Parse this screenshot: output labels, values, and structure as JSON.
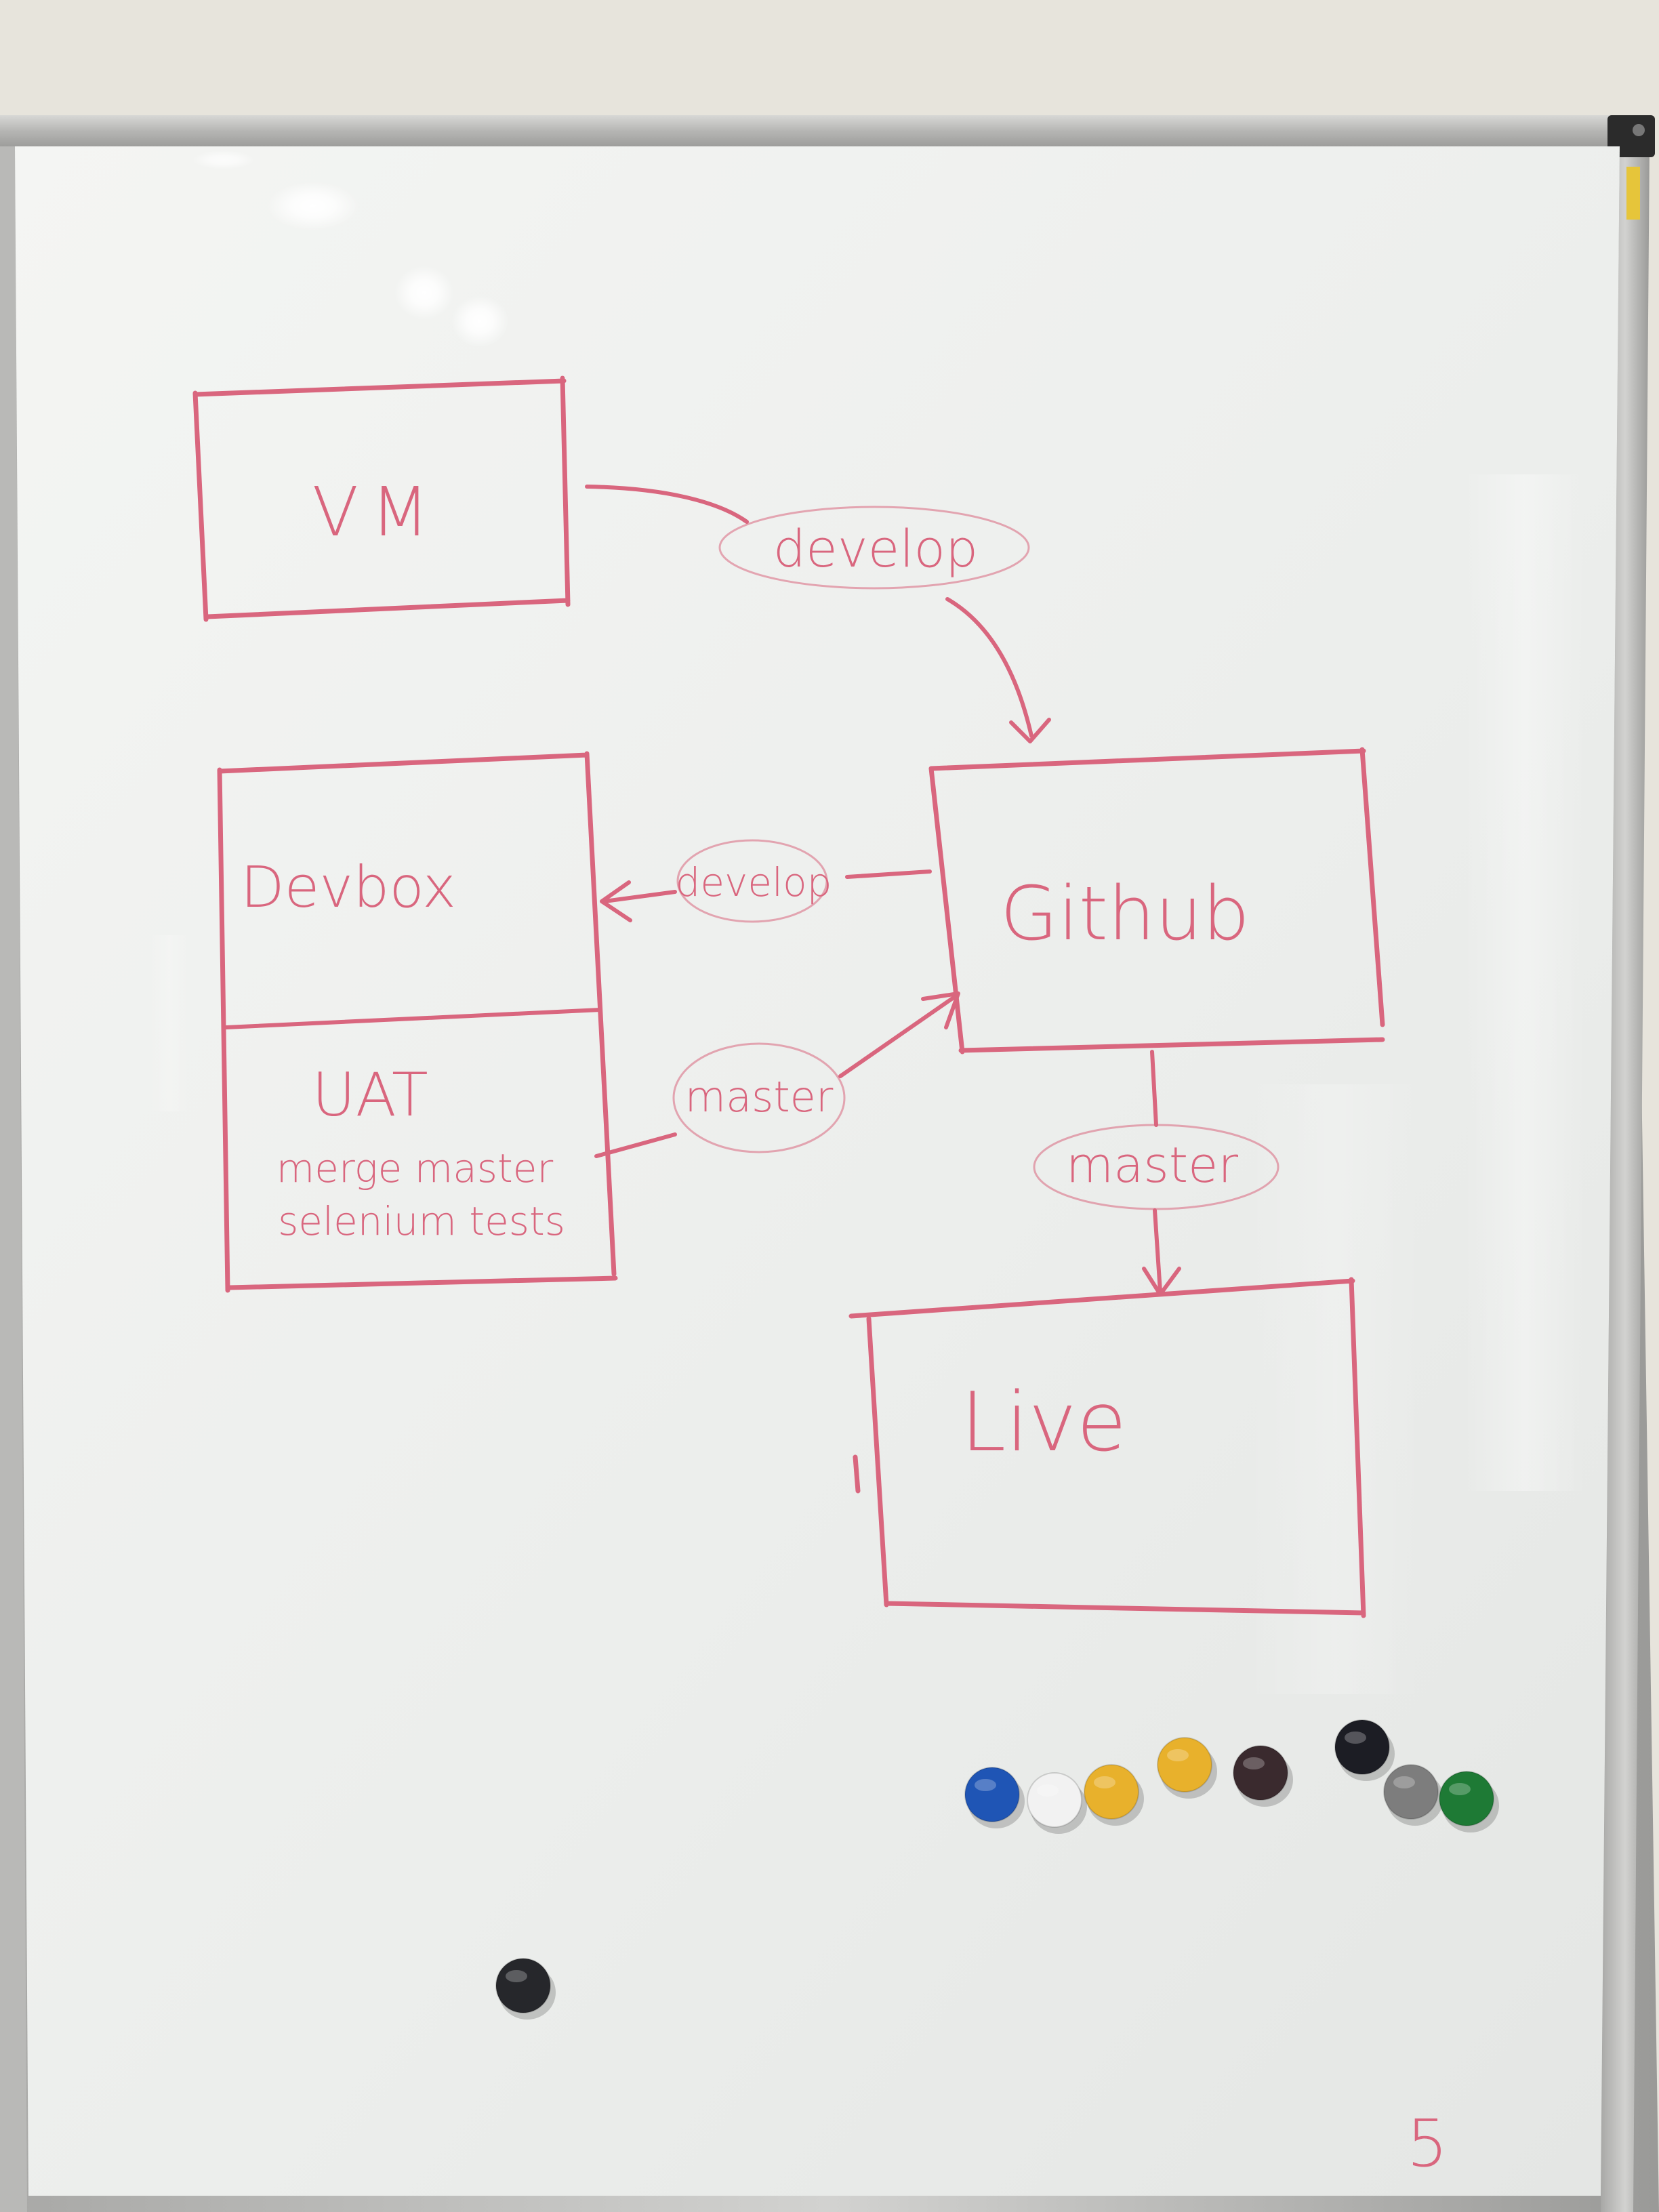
{
  "diagram": {
    "marker_color": "#d9667e",
    "nodes": {
      "vm": {
        "label": "VM"
      },
      "github": {
        "label": "Github"
      },
      "devbox": {
        "label": "Devbox"
      },
      "uat": {
        "label": "UAT",
        "notes": [
          "merge master",
          "selenium tests"
        ]
      },
      "live": {
        "label": "Live"
      }
    },
    "edges": {
      "vm_to_github": {
        "label": "develop"
      },
      "github_to_devbox": {
        "label": "develop"
      },
      "uat_to_github": {
        "label": "master"
      },
      "github_to_live": {
        "label": "master"
      }
    },
    "corner_mark": "5"
  },
  "magnets": {
    "colors": [
      "#1f55b5",
      "#f2f2f2",
      "#e8b12c",
      "#e8b12c",
      "#3a2a2e",
      "#1c1d24",
      "#7d7d7d",
      "#1e7a35",
      "#26272b"
    ]
  }
}
